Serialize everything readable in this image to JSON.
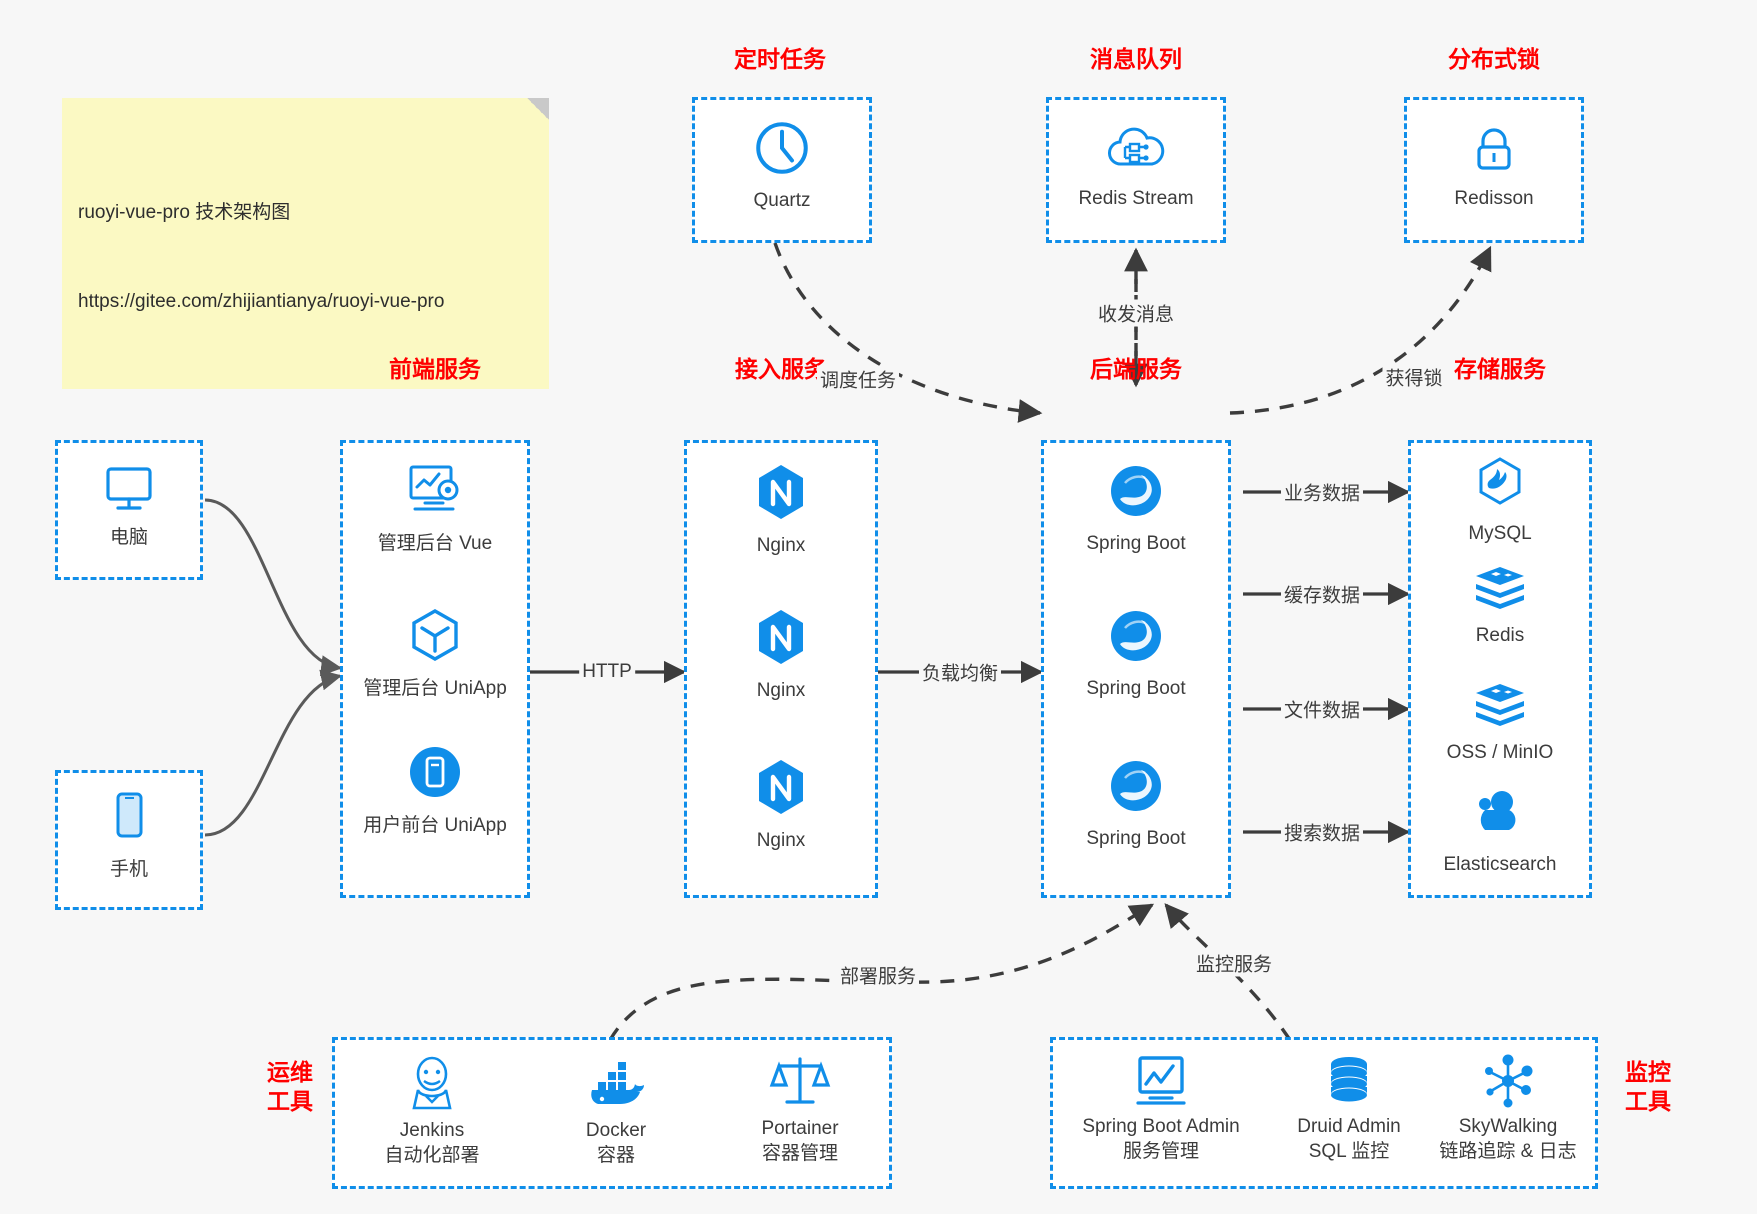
{
  "note": {
    "line1": "ruoyi-vue-pro 技术架构图",
    "line2": "https://gitee.com/zhijiantianya/ruoyi-vue-pro"
  },
  "colors": {
    "accent": "#108ee9",
    "group_title": "#ff0000",
    "text": "#3c3c3c",
    "edge": "#3c3c3c",
    "note_bg": "#fbf9c3",
    "page_bg": "#f7f7f7"
  },
  "groups": {
    "scheduler": {
      "title": "定时任务",
      "nodes": [
        {
          "label": "Quartz",
          "icon": "clock-icon"
        }
      ]
    },
    "mq": {
      "title": "消息队列",
      "nodes": [
        {
          "label": "Redis Stream",
          "icon": "cloud-network-icon"
        }
      ]
    },
    "lock": {
      "title": "分布式锁",
      "nodes": [
        {
          "label": "Redisson",
          "icon": "lock-icon"
        }
      ]
    },
    "client": {
      "title": "",
      "nodes": [
        {
          "label": "电脑",
          "icon": "desktop-icon"
        },
        {
          "label": "手机",
          "icon": "phone-icon"
        }
      ]
    },
    "frontend": {
      "title": "前端服务",
      "nodes": [
        {
          "label": "管理后台 Vue",
          "icon": "dashboard-gear-icon"
        },
        {
          "label": "管理后台 UniApp",
          "icon": "cube-icon"
        },
        {
          "label": "用户前台 UniApp",
          "icon": "mobile-app-icon"
        }
      ]
    },
    "gateway": {
      "title": "接入服务",
      "nodes": [
        {
          "label": "Nginx",
          "icon": "nginx-icon"
        },
        {
          "label": "Nginx",
          "icon": "nginx-icon"
        },
        {
          "label": "Nginx",
          "icon": "nginx-icon"
        }
      ]
    },
    "backend": {
      "title": "后端服务",
      "nodes": [
        {
          "label": "Spring Boot",
          "icon": "spring-boot-icon"
        },
        {
          "label": "Spring Boot",
          "icon": "spring-boot-icon"
        },
        {
          "label": "Spring Boot",
          "icon": "spring-boot-icon"
        }
      ]
    },
    "storage": {
      "title": "存储服务",
      "nodes": [
        {
          "label": "MySQL",
          "icon": "mysql-icon"
        },
        {
          "label": "Redis",
          "icon": "redis-icon"
        },
        {
          "label": "OSS / MinIO",
          "icon": "oss-icon"
        },
        {
          "label": "Elasticsearch",
          "icon": "elasticsearch-icon"
        }
      ]
    },
    "devops": {
      "title": "运维\n工具",
      "nodes": [
        {
          "label": "Jenkins",
          "sub": "自动化部署",
          "icon": "jenkins-icon"
        },
        {
          "label": "Docker",
          "sub": "容器",
          "icon": "docker-icon"
        },
        {
          "label": "Portainer",
          "sub": "容器管理",
          "icon": "scales-icon"
        }
      ]
    },
    "monitoring": {
      "title": "监控\n工具",
      "nodes": [
        {
          "label": "Spring Boot Admin",
          "sub": "服务管理",
          "icon": "monitor-chart-icon"
        },
        {
          "label": "Druid Admin",
          "sub": "SQL 监控",
          "icon": "database-icon"
        },
        {
          "label": "SkyWalking",
          "sub": "链路追踪 & 日志",
          "icon": "skywalking-icon"
        }
      ]
    }
  },
  "edges": {
    "http": "HTTP",
    "load_balance": "负载均衡",
    "schedule_task": "调度任务",
    "send_receive_message": "收发消息",
    "acquire_lock": "获得锁",
    "business_data": "业务数据",
    "cache_data": "缓存数据",
    "file_data": "文件数据",
    "search_data": "搜索数据",
    "deploy_service": "部署服务",
    "monitor_service": "监控服务"
  }
}
